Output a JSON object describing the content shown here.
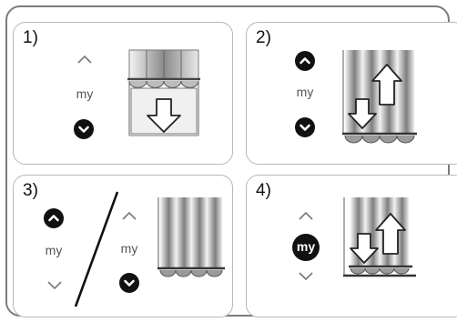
{
  "steps": [
    {
      "number": "1)",
      "my_label": "my"
    },
    {
      "number": "2)",
      "my_label": "my"
    },
    {
      "number": "3)",
      "my_label_left": "my",
      "my_label_right": "my"
    },
    {
      "number": "4)",
      "my_button_label": "my"
    }
  ],
  "icons": {
    "up": "chevron-up-icon",
    "down": "chevron-down-icon",
    "arrow_down": "arrow-down-icon",
    "arrow_up": "arrow-up-icon"
  },
  "colors": {
    "button": "#111111",
    "frame": "#7c7c7c",
    "panel_border": "#b8b8b8"
  }
}
